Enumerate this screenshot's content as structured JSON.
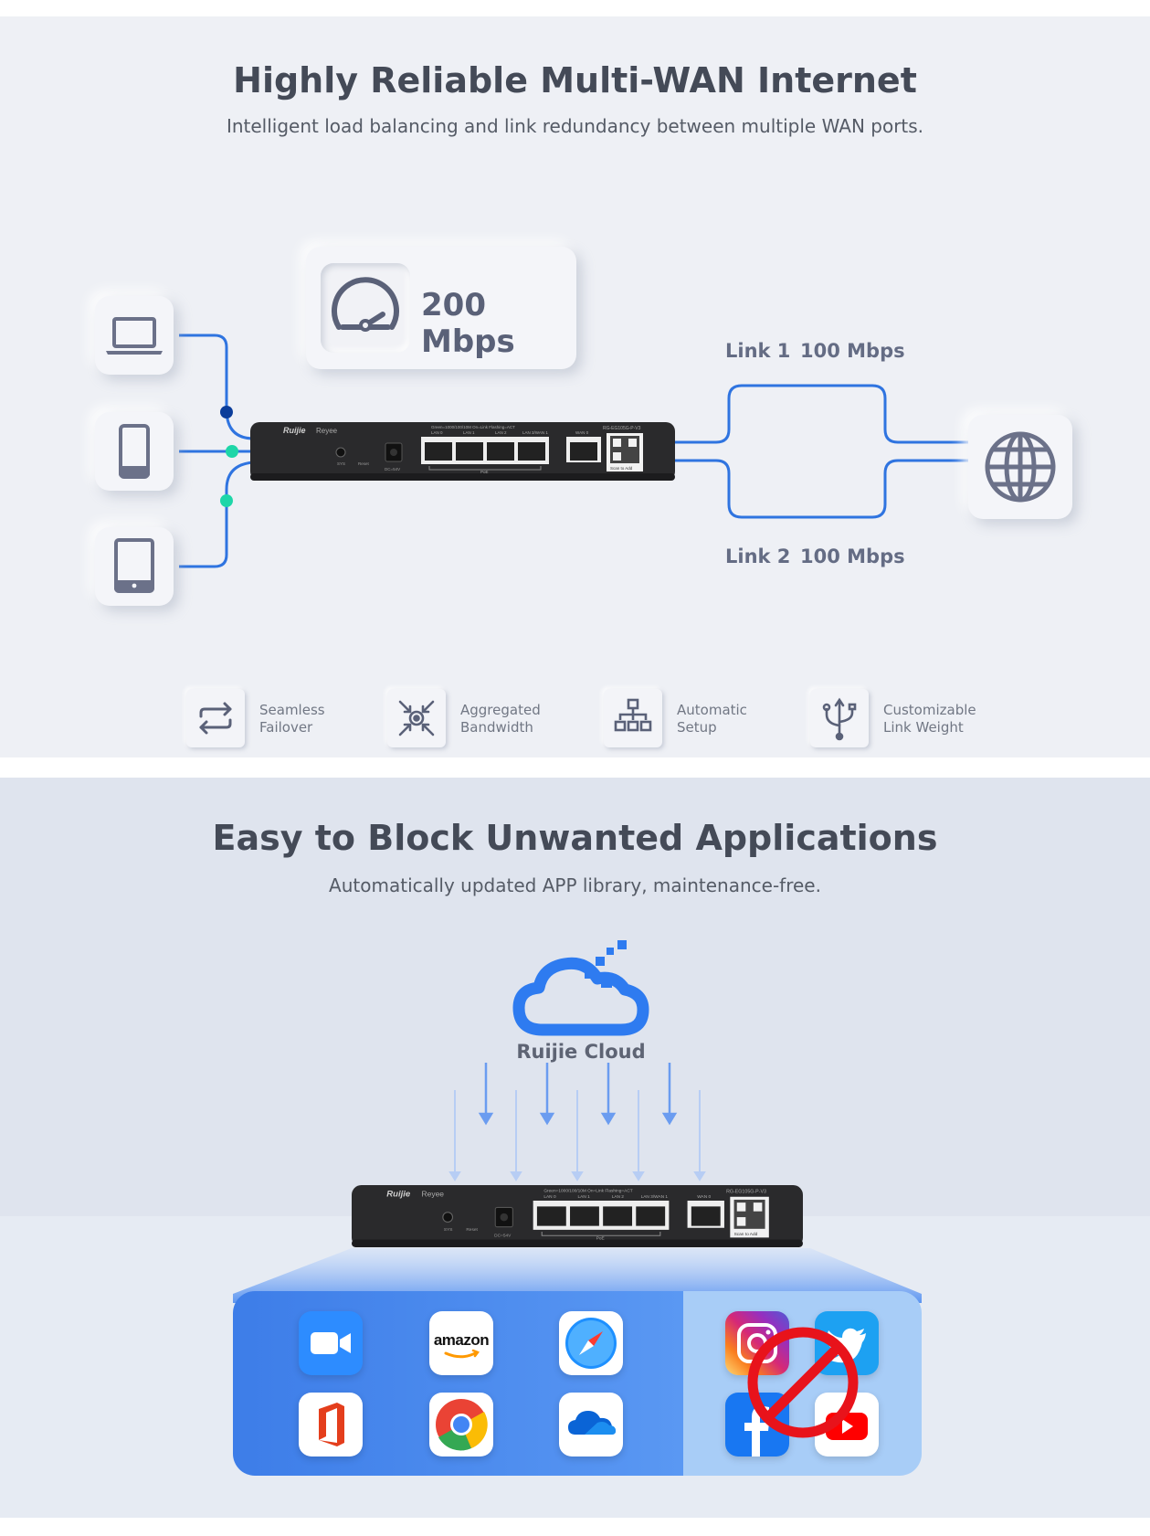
{
  "multiwan": {
    "title": "Highly Reliable Multi-WAN Internet",
    "subtitle": "Intelligent load balancing and link redundancy between multiple WAN ports.",
    "speed_label": "200 Mbps",
    "link1": {
      "name": "Link 1",
      "speed": "100 Mbps"
    },
    "link2": {
      "name": "Link 2",
      "speed": "100 Mbps"
    },
    "devices": [
      "laptop-icon",
      "phone-icon",
      "tablet-icon"
    ],
    "features": [
      {
        "label": "Seamless\nFailover",
        "icon": "failover-icon"
      },
      {
        "label": "Aggregated\nBandwidth",
        "icon": "aggregate-icon"
      },
      {
        "label": "Automatic\nSetup",
        "icon": "hierarchy-icon"
      },
      {
        "label": "Customizable\nLink Weight",
        "icon": "usb-fork-icon"
      }
    ],
    "router": {
      "brand": "Ruijie",
      "sub_brand": "Reyee",
      "model": "RG-EG105G-P-V3",
      "led_legend": "Green=1000/100/10M On=Link Flashing=ACT",
      "ports": [
        "LAN 0",
        "LAN 1",
        "LAN 2",
        "LAN 3/WAN 1",
        "WAN 0"
      ],
      "poe": "PoE",
      "sys": "SYS",
      "reset": "Reset",
      "dc": "DC=54V",
      "scan": "Scan to Add"
    }
  },
  "appblock": {
    "title": "Easy to Block Unwanted Applications",
    "subtitle": "Automatically updated APP library, maintenance-free.",
    "cloud_label": "Ruijie Cloud",
    "allowed_apps": [
      "zoom-icon",
      "amazon-icon",
      "safari-icon",
      "office-icon",
      "chrome-icon",
      "onedrive-icon"
    ],
    "amazon_text": "amazon",
    "blocked_apps": [
      "instagram-icon",
      "twitter-icon",
      "facebook-icon",
      "youtube-icon"
    ]
  },
  "colors": {
    "accent_blue": "#2f74e0",
    "dark_blue": "#0b3d9a",
    "teal": "#1ed6a8",
    "block_red": "#e8131b"
  }
}
